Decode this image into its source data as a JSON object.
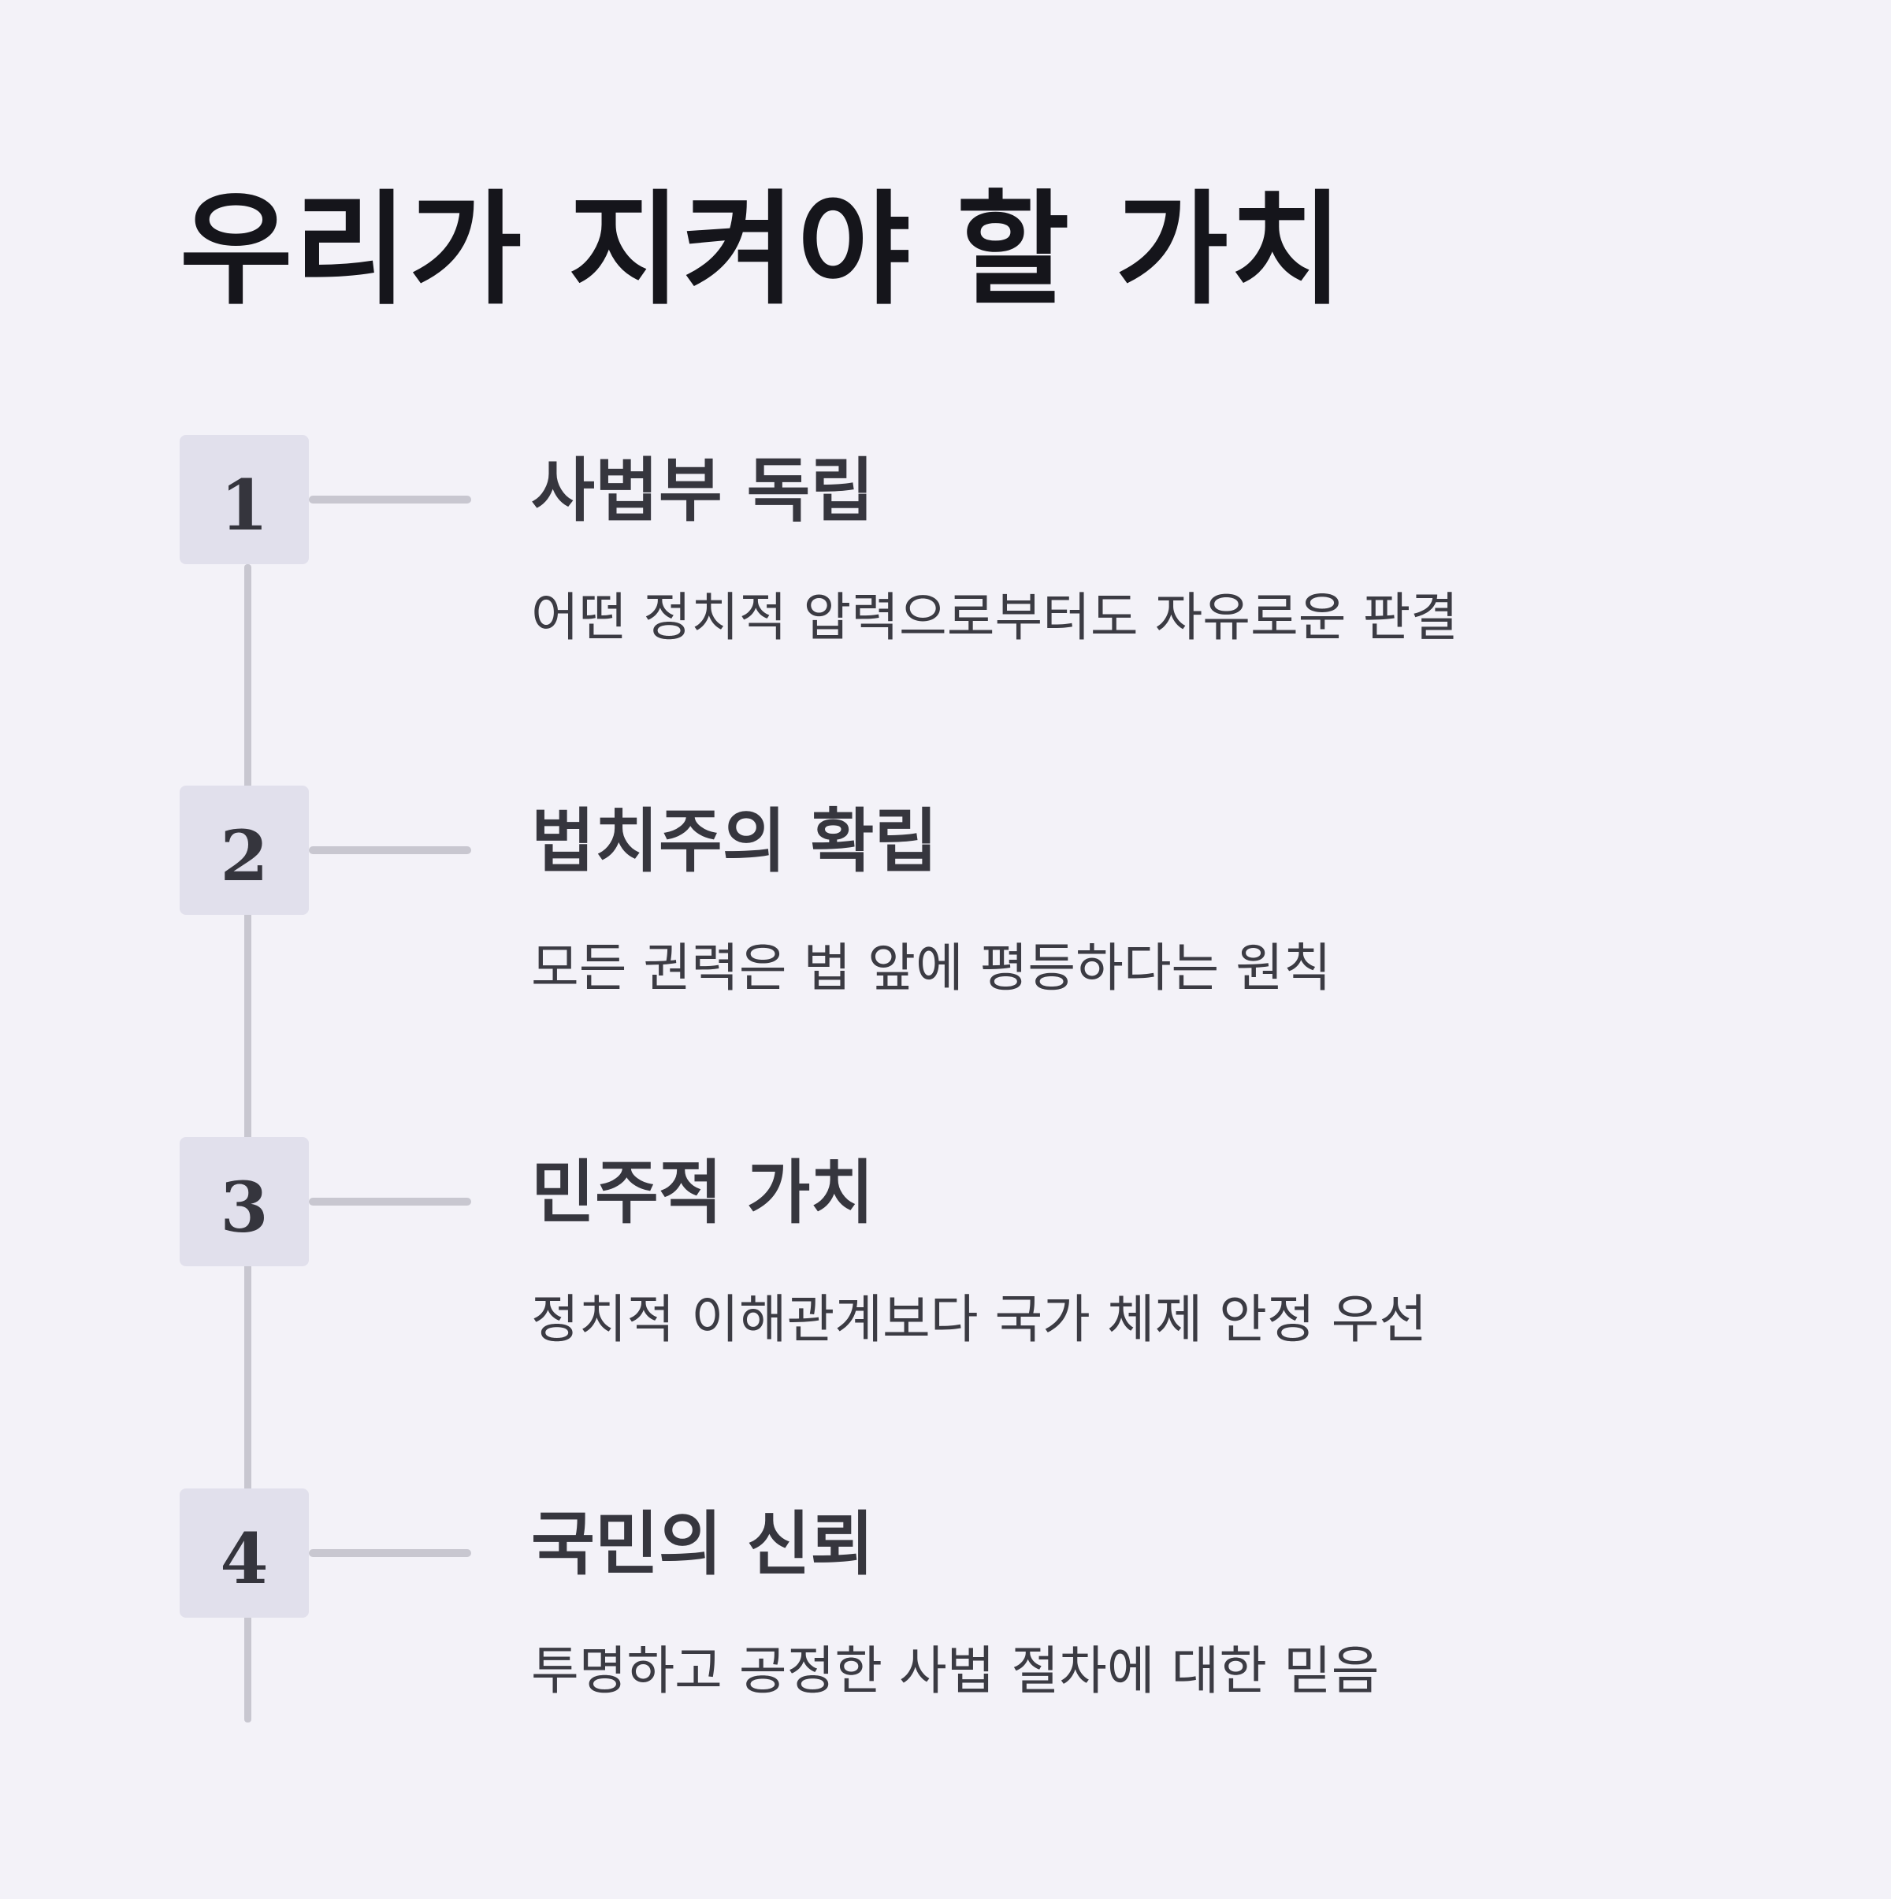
{
  "title": "우리가 지켜야 할 가치",
  "steps": [
    {
      "number": "1",
      "title": "사법부 독립",
      "description": "어떤 정치적 압력으로부터도 자유로운 판결"
    },
    {
      "number": "2",
      "title": "법치주의 확립",
      "description": "모든 권력은 법 앞에 평등하다는 원칙"
    },
    {
      "number": "3",
      "title": "민주적 가치",
      "description": "정치적 이해관계보다 국가 체제 안정 우선"
    },
    {
      "number": "4",
      "title": "국민의 신뢰",
      "description": "투명하고 공정한 사법 절차에 대한 믿음"
    }
  ]
}
